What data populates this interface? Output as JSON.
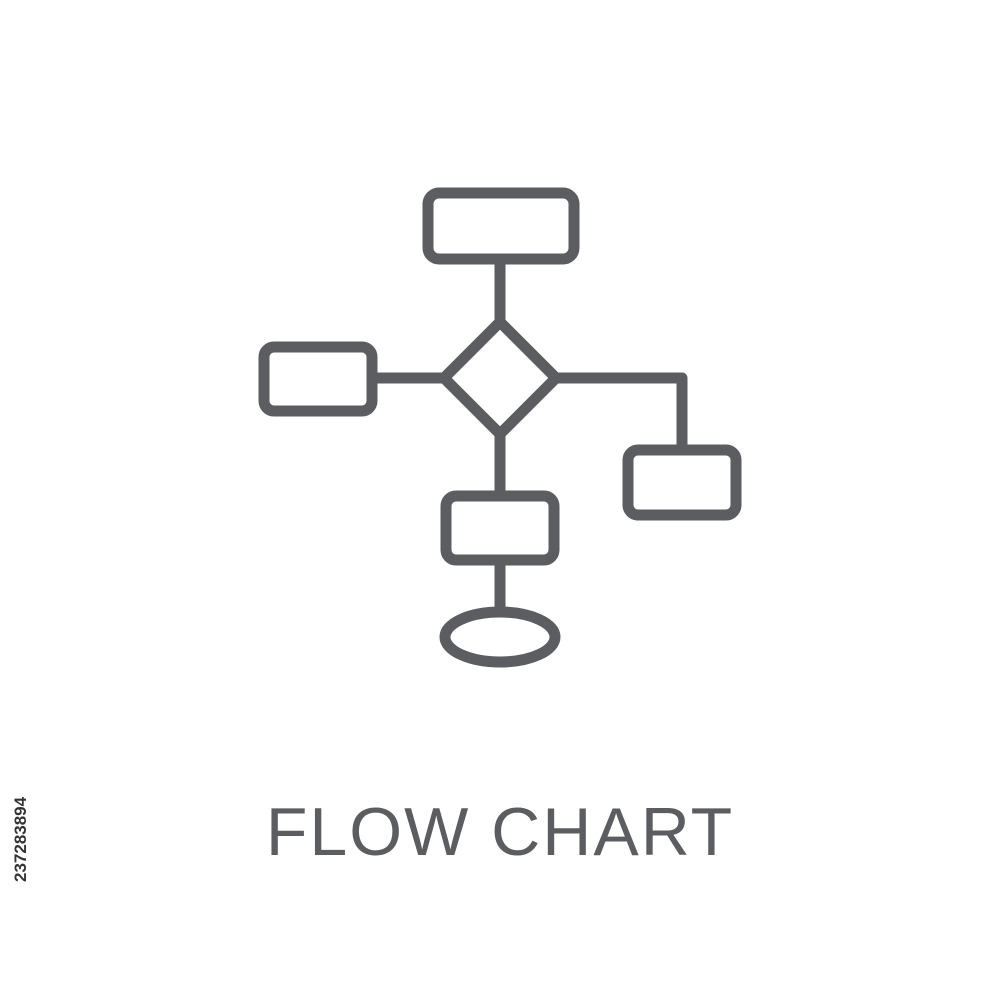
{
  "colors": {
    "background": "#ffffff",
    "stroke": "#5b5d60",
    "id_text": "#333333"
  },
  "icon": {
    "name": "flow-chart-icon",
    "style": "outline"
  },
  "title": "FLOW CHART",
  "stock_id": "237283894"
}
